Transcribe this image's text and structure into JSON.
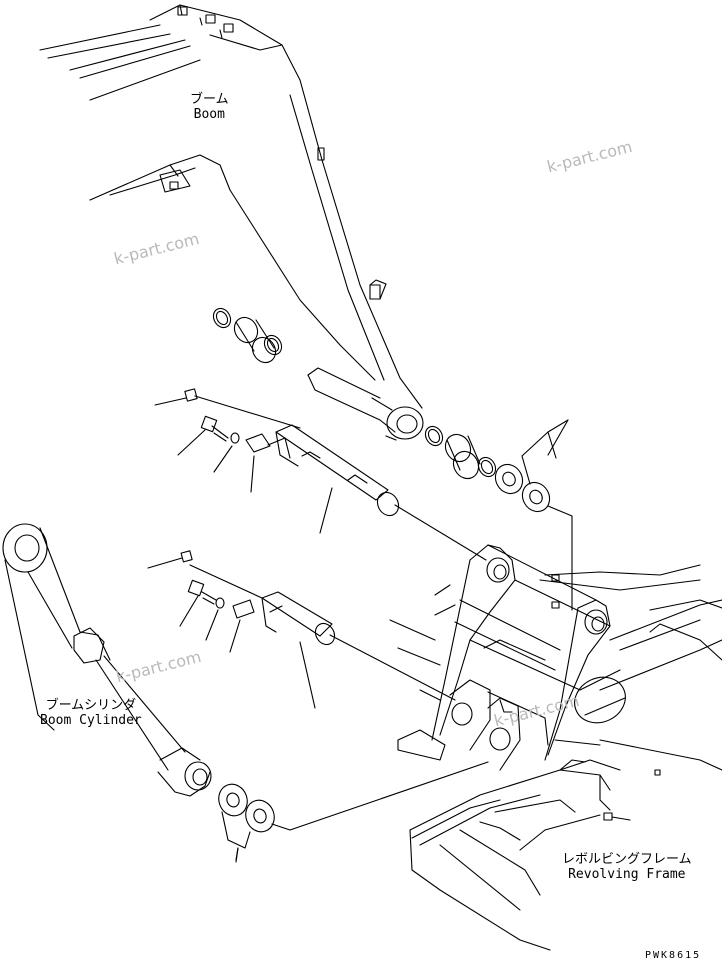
{
  "labels": {
    "boom_jp": "ブーム",
    "boom_en": "Boom",
    "boom_cylinder_jp": "ブームシリンダ",
    "boom_cylinder_en": "Boom Cylinder",
    "revolving_frame_jp": "レボルビングフレーム",
    "revolving_frame_en": "Revolving Frame"
  },
  "watermark": "k-part.com",
  "drawing_code": "PWK8615",
  "colors": {
    "line": "#000000",
    "watermark": "#b9b9b9",
    "background": "#ffffff"
  }
}
